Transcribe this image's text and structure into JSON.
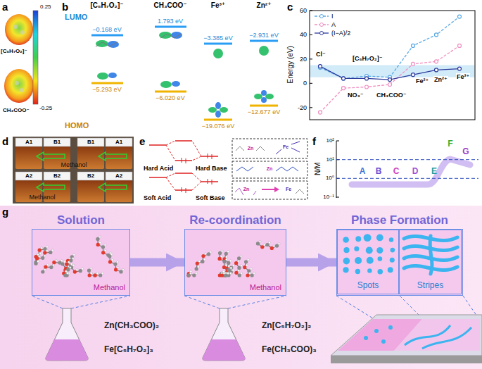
{
  "diagram": {
    "nodes": [
      {
        "text": [
          "Solution",
          "Methanol"
        ]
      },
      {
        "text": [
          "Re-coordination",
          "Methanol"
        ]
      },
      {
        "text": [
          "Phase Formation"
        ]
      },
      {
        "text": [
          "Spots"
        ],
        "in": 2
      },
      {
        "text": [
          "Stripes"
        ],
        "in": 2
      }
    ],
    "edges": [
      {
        "from": 0,
        "to": 1,
        "arrow": "to"
      },
      {
        "from": 1,
        "to": 2,
        "arrow": "to"
      }
    ],
    "labels": [
      "a",
      "0.25",
      "-0.25",
      "[C₅H₇O₂]⁻",
      "CH₃COO⁻",
      "b",
      "LUMO",
      "HOMO",
      "[C₅H₇O₂]⁻",
      "CH₃COO⁻",
      "Fe³⁺",
      "Zn²⁺",
      "−0.168 eV",
      "1.793 eV",
      "−3.385 eV",
      "−2.931 eV",
      "−5.293 eV",
      "−6.020 eV",
      "−19.076 eV",
      "−12.677 eV",
      "c",
      "Energy (eV)",
      "60",
      "40",
      "20",
      "0",
      "-20",
      "Cl⁻",
      "NO₃⁻",
      "[C₅H₇O₂]⁻",
      "CH₃COO⁻",
      "Fe²⁺",
      "Zn²⁺",
      "Fe³⁺",
      "d",
      "A1",
      "B1",
      "B1",
      "A1",
      "Methanol",
      "A2",
      "B2",
      "B2",
      "A2",
      "Methanol",
      "e",
      "Hard Acid",
      "Hard Base",
      "Soft Acid",
      "Soft Base",
      "Zn",
      "Fe",
      "Zn",
      "Zn",
      "Fe",
      "f",
      "N/M",
      "10²",
      "10¹",
      "10⁰",
      "10⁻¹",
      "A",
      "B",
      "C",
      "D",
      "E",
      "F",
      "G",
      "g",
      "Zn(CH₃COO)₂",
      "Fe[C₅H₇O₂]₃",
      "Zn[C₅H₇O₂]₂",
      "Fe(CH₃COO)₃"
    ],
    "legend": [
      {
        "text": "I"
      },
      {
        "text": "A"
      },
      {
        "text": "(I−A)/2"
      }
    ]
  }
}
